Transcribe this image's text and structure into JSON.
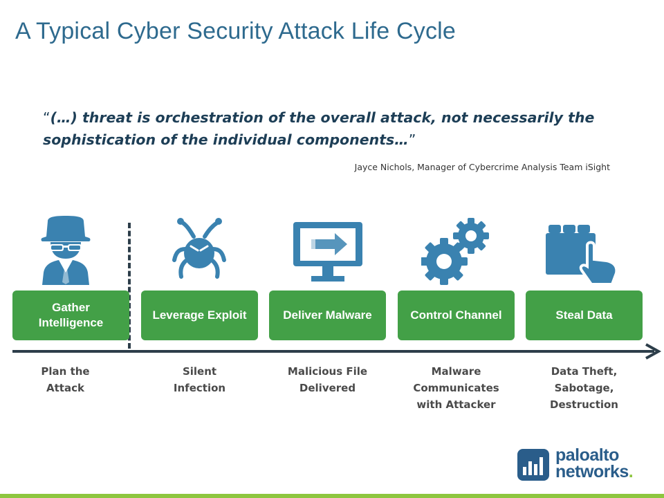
{
  "title": "A Typical Cyber Security Attack Life Cycle",
  "quote": {
    "open": "“",
    "text": "(…) threat is orchestration of the overall attack, not necessarily the sophistication of the individual components…",
    "close": "”",
    "attribution": "Jayce Nichols, Manager of Cybercrime Analysis Team iSight"
  },
  "stages": [
    {
      "icon": "spy-icon",
      "label": "Gather Intelligence",
      "description": "Plan the\nAttack"
    },
    {
      "icon": "bug-icon",
      "label": "Leverage Exploit",
      "description": "Silent\nInfection"
    },
    {
      "icon": "monitor-arrow-icon",
      "label": "Deliver Malware",
      "description": "Malicious File\nDelivered"
    },
    {
      "icon": "gears-icon",
      "label": "Control Channel",
      "description": "Malware\nCommunicates\nwith Attacker"
    },
    {
      "icon": "folder-hand-icon",
      "label": "Steal Data",
      "description": "Data Theft,\nSabotage,\nDestruction"
    }
  ],
  "logo": {
    "line1": "paloalto",
    "line2": "networks",
    "dot": "."
  },
  "colors": {
    "title": "#2e6a8e",
    "icon": "#3a82b0",
    "stage_box": "#43a047",
    "timeline": "#2d3e4a",
    "accent_bar": "#8dc63f"
  }
}
